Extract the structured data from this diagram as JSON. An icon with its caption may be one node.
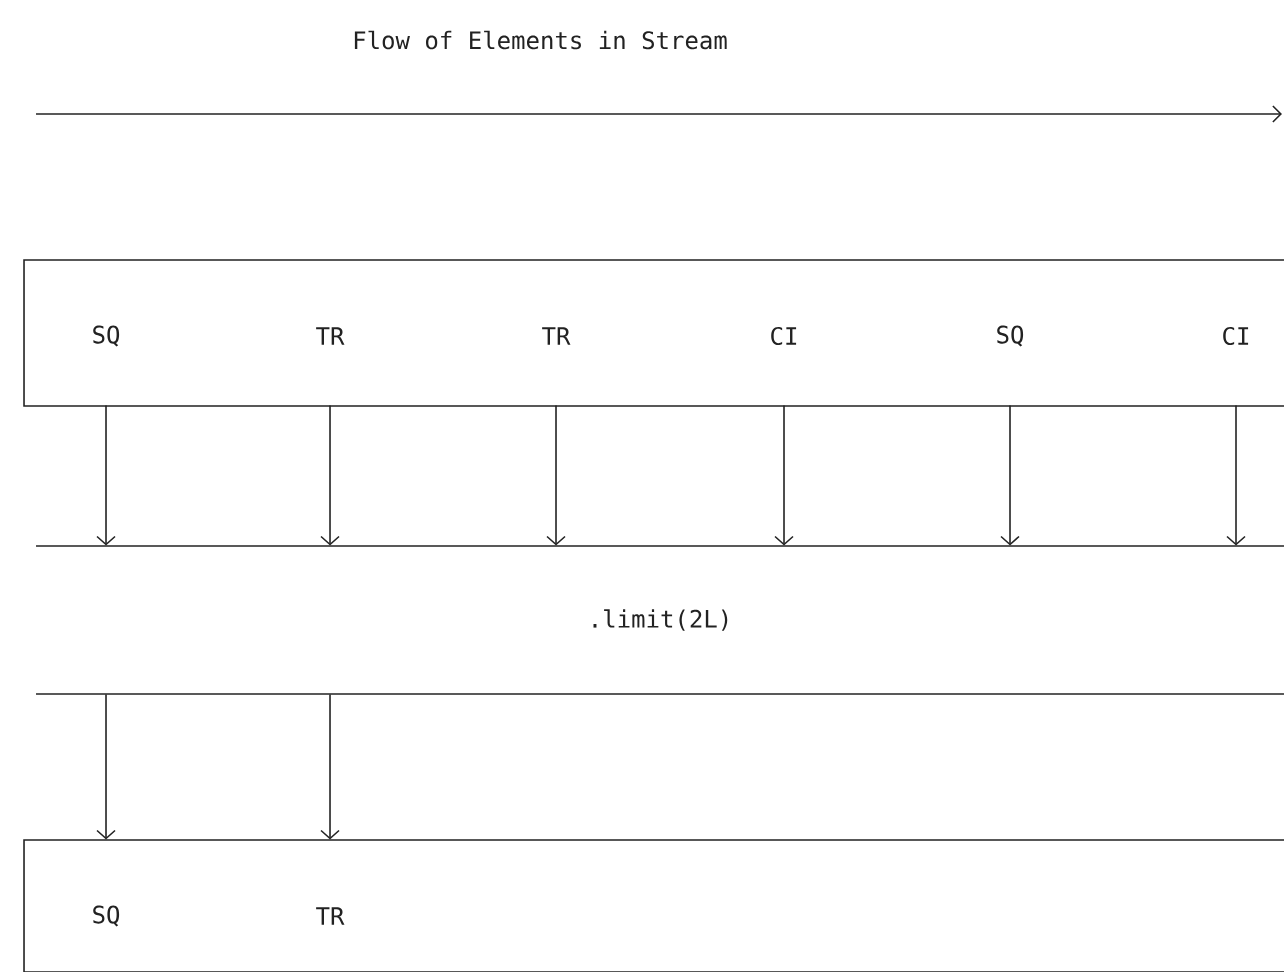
{
  "diagram": {
    "title": "Flow of Elements in Stream",
    "nodes": [
      {
        "text": [],
        "shape": "box"
      },
      {
        "text": [
          "SQ"
        ],
        "in": 0
      },
      {
        "text": [
          "TR"
        ],
        "in": 0
      },
      {
        "text": [
          "TR"
        ],
        "in": 0
      },
      {
        "text": [
          "CI"
        ],
        "in": 0
      },
      {
        "text": [
          "SQ"
        ],
        "in": 0
      },
      {
        "text": [
          "CI"
        ],
        "in": 0
      },
      {
        "text": [
          ".limit(2L)"
        ]
      },
      {
        "text": [],
        "shape": "box"
      },
      {
        "text": [
          "SQ"
        ],
        "in": 8
      },
      {
        "text": [
          "TR"
        ],
        "in": 8
      }
    ],
    "edges": [
      {
        "from": 1,
        "to": 7,
        "arrow": "to"
      },
      {
        "from": 2,
        "to": 7,
        "arrow": "to"
      },
      {
        "from": 3,
        "to": 7,
        "arrow": "to"
      },
      {
        "from": 4,
        "to": 7,
        "arrow": "to"
      },
      {
        "from": 5,
        "to": 7,
        "arrow": "to"
      },
      {
        "from": 6,
        "to": 7,
        "arrow": "to"
      },
      {
        "from": 7,
        "to": 8,
        "arrow": "to"
      },
      {
        "from": 7,
        "to": 8,
        "arrow": "to"
      }
    ]
  }
}
